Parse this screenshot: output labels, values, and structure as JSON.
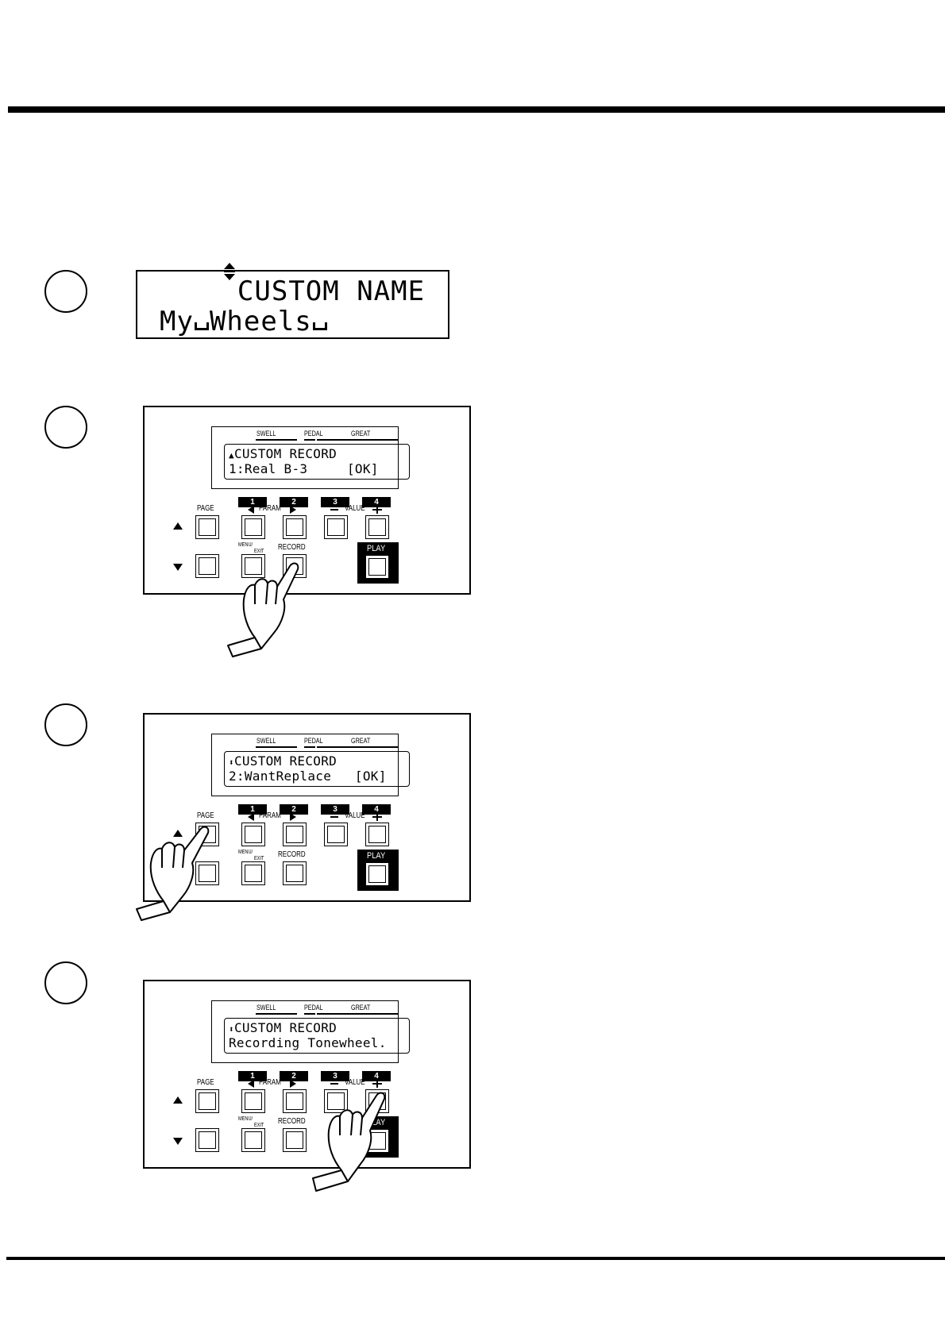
{
  "steps": [
    {
      "display": {
        "line1": "CUSTOM NAME",
        "line2_words": [
          "My",
          "Wheels"
        ],
        "arrows": "up-down-arrows-icon"
      }
    },
    {
      "display": {
        "line1": "CUSTOM RECORD",
        "line2": "1:Real B-3     [OK]"
      },
      "pressed": "RECORD"
    },
    {
      "display": {
        "line1": "CUSTOM RECORD",
        "line2": "2:WantReplace   [OK]"
      },
      "pressed": "PAGE up"
    },
    {
      "display": {
        "line1": "CUSTOM RECORD",
        "line2": "Recording Tonewheel."
      },
      "pressed": "VALUE +"
    }
  ],
  "panel_labels": {
    "swell": "SWELL",
    "pedal": "PEDAL",
    "great": "GREAT",
    "keys": [
      "1",
      "2",
      "3",
      "4"
    ],
    "page": "PAGE",
    "param": "PARAM",
    "value": "VALUE",
    "menu_exit_1": "MENU/",
    "menu_exit_2": "EXIT",
    "record": "RECORD",
    "play": "PLAY"
  },
  "icons": {
    "hand": "pointing-hand-icon",
    "up": "triangle-up-icon",
    "down": "triangle-down-icon",
    "left": "triangle-left-icon",
    "right": "triangle-right-icon"
  }
}
